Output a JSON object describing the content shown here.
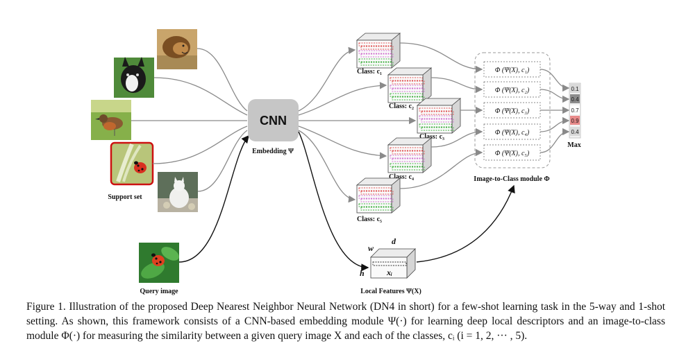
{
  "labels": {
    "support_set": "Support set",
    "query_image": "Query image",
    "cnn": "CNN",
    "embedding": "Embedding Ψ",
    "class_1": "Class: c₁",
    "class_2": "Class: c₂",
    "class_3": "Class: c₃",
    "class_4": "Class: c₄",
    "class_5": "Class: c₅",
    "phi_1": "Φ (Ψ(X), c₁)",
    "phi_2": "Φ (Ψ(X), c₂)",
    "phi_3": "Φ (Ψ(X), c₃)",
    "phi_4": "Φ (Ψ(X), c₄)",
    "phi_5": "Φ (Ψ(X), c₅)",
    "module": "Image-to-Class module Φ",
    "max": "Max",
    "local_features": "Local Features Ψ(X)",
    "dim_w": "w",
    "dim_h": "h",
    "dim_d": "d",
    "dim_x": "xᵢ"
  },
  "scores": [
    "0.1",
    "0.4",
    "0.7",
    "0.9",
    "0.4"
  ],
  "score_colors": [
    "#d9d9d9",
    "#8c8c8c",
    "#ffffff",
    "#e88a8a",
    "#d9d9d9"
  ],
  "descriptor_colors": [
    "#e05050",
    "#d070d0",
    "#40b040"
  ],
  "images": [
    "lion-photo",
    "dog-photo",
    "bird-photo",
    "ladybug-photo",
    "cat-photo",
    "query-ladybug-photo"
  ],
  "caption": "Figure 1. Illustration of the proposed Deep Nearest Neighbor Neural Network (DN4 in short) for a few-shot learning task in the 5-way and 1-shot setting. As shown, this framework consists of a CNN-based embedding module Ψ(·) for learning deep local descriptors and an image-to-class module Φ(·) for measuring the similarity between a given query image X and each of the classes, cᵢ (i = 1, 2, ··· , 5)."
}
